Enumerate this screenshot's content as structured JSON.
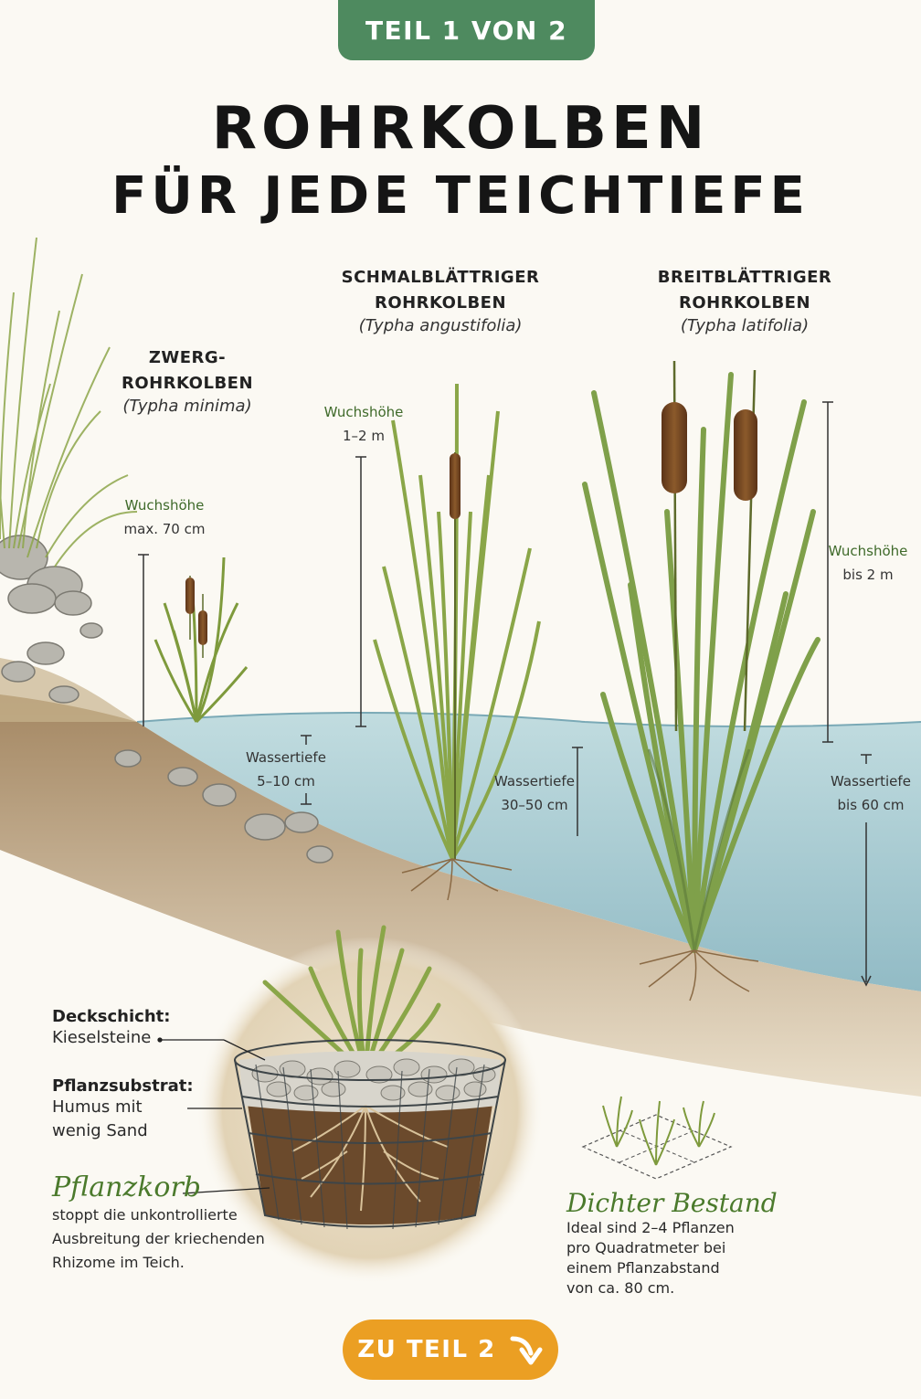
{
  "badge": "TEIL 1 VON 2",
  "title_line1": "ROHRKOLBEN",
  "title_line2": "FÜR JEDE TEICHTIEFE",
  "species": [
    {
      "name_line1": "ZWERG-",
      "name_line2": "ROHRKOLBEN",
      "latin": "(Typha minima)",
      "height_label": "Wuchshöhe",
      "height_value": "max. 70 cm",
      "depth_label": "Wassertiefe",
      "depth_value": "5–10 cm"
    },
    {
      "name_line1": "SCHMALBLÄTTRIGER",
      "name_line2": "ROHRKOLBEN",
      "latin": "(Typha angustifolia)",
      "height_label": "Wuchshöhe",
      "height_value": "1–2 m",
      "depth_label": "Wassertiefe",
      "depth_value": "30–50 cm"
    },
    {
      "name_line1": "BREITBLÄTTRIGER",
      "name_line2": "ROHRKOLBEN",
      "latin": "(Typha latifolia)",
      "height_label": "Wuchshöhe",
      "height_value": "bis 2 m",
      "depth_label": "Wassertiefe",
      "depth_value": "bis 60 cm"
    }
  ],
  "basket": {
    "cover_title": "Deckschicht:",
    "cover_text": "Kieselsteine",
    "substrate_title": "Pflanzsubstrat:",
    "substrate_line1": "Humus mit",
    "substrate_line2": "wenig Sand",
    "basket_title": "Pflanzkorb",
    "basket_line1": "stoppt die unkontrollierte",
    "basket_line2": "Ausbreitung der kriechenden",
    "basket_line3": "Rhizome im Teich."
  },
  "density": {
    "title": "Dichter Bestand",
    "line1": "Ideal sind 2–4 Pflanzen",
    "line2": "pro Quadratmeter bei",
    "line3": "einem Pflanzabstand",
    "line4": "von ca. 80 cm."
  },
  "cta": "ZU TEIL 2",
  "icons": [
    "arrow-curve-down-icon"
  ],
  "colors": {
    "badge": "#4e8a5f",
    "cta": "#eb9f23",
    "water": "#9cc5cf",
    "soil": "#8a6a45",
    "leaf": "#8da64a",
    "cattail": "#7a4a25"
  }
}
